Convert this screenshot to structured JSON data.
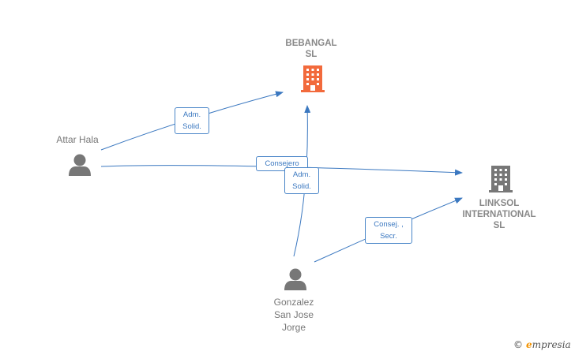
{
  "nodes": {
    "bebangal": {
      "label_line1": "BEBANGAL",
      "label_line2": "SL",
      "color": "#f26a3c"
    },
    "linksol": {
      "label_line1": "LINKSOL",
      "label_line2": "INTERNATIONAL",
      "label_line3": "SL",
      "color": "#777777"
    },
    "attar": {
      "label": "Attar Hala",
      "color": "#777777"
    },
    "gonzalez": {
      "label_line1": "Gonzalez",
      "label_line2": "San Jose",
      "label_line3": "Jorge",
      "color": "#777777"
    }
  },
  "edges": {
    "attar_bebangal": {
      "line1": "Adm.",
      "line2": "Solid."
    },
    "attar_linksol": {
      "label": "Consejero"
    },
    "gonzalez_bebangal": {
      "line1": "Adm.",
      "line2": "Solid."
    },
    "gonzalez_linksol": {
      "line1": "Consej. ,",
      "line2": "Secr."
    }
  },
  "edge_color": "#3b78c0",
  "brand": {
    "copyright": "©",
    "e": "e",
    "name": "mpresia"
  }
}
